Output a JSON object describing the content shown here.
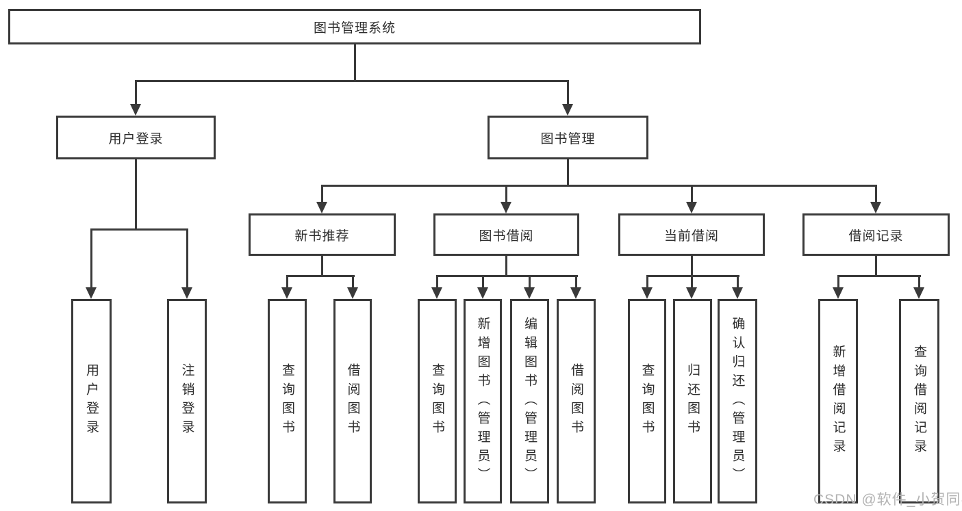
{
  "diagram": {
    "root": "图书管理系统",
    "level1": [
      {
        "label": "用户登录",
        "children": [
          "用户登录",
          "注销登录"
        ]
      },
      {
        "label": "图书管理",
        "groups": [
          {
            "label": "新书推荐",
            "children": [
              "查询图书",
              "借阅图书"
            ]
          },
          {
            "label": "图书借阅",
            "children": [
              "查询图书",
              "新增图书（管理员）",
              "编辑图书（管理员）",
              "借阅图书"
            ]
          },
          {
            "label": "当前借阅",
            "children": [
              "查询图书",
              "归还图书",
              "确认归还（管理员）"
            ]
          },
          {
            "label": "借阅记录",
            "children": [
              "新增借阅记录",
              "查询借阅记录"
            ]
          }
        ]
      }
    ]
  },
  "watermark": {
    "text": "CSDN @软件_小贺同学"
  },
  "colors": {
    "line": "#3a3a3a",
    "text": "#2d2d2d",
    "watermark": "#b3b3b3",
    "background": "#ffffff"
  }
}
